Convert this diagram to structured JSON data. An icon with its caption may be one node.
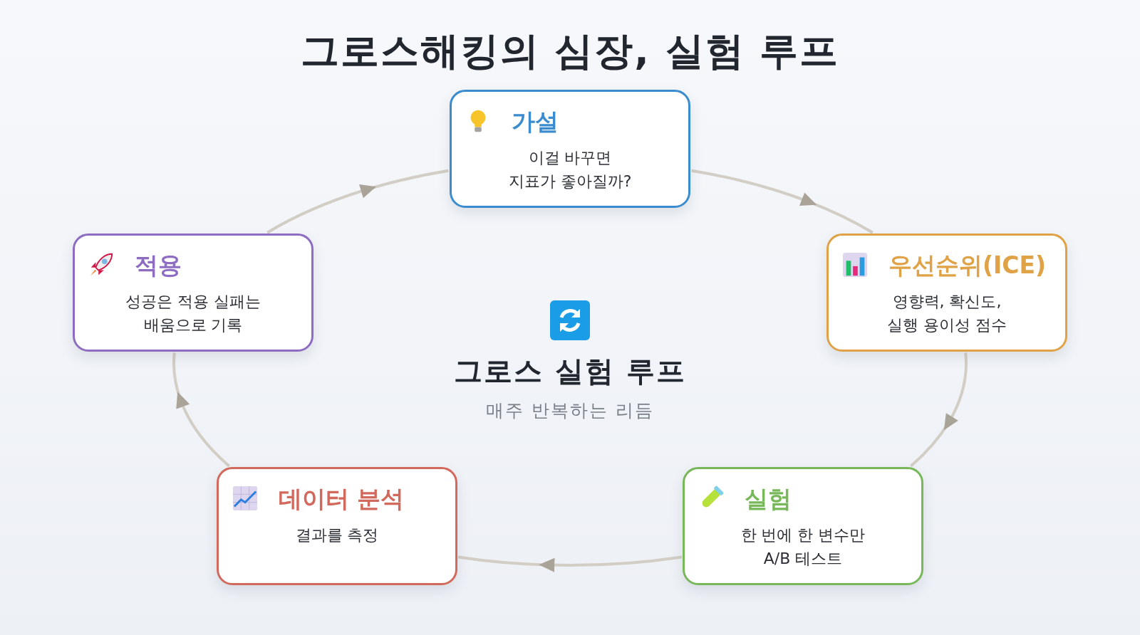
{
  "diagram": {
    "title": "그로스해킹의 심장, 실험 루프",
    "nodes": [
      {
        "text": [
          "가설",
          "이걸 바꾸면 지표가 좋아질까?"
        ]
      },
      {
        "text": [
          "우선순위(ICE)",
          "영향력, 확신도, 실행 용이성 점수"
        ]
      },
      {
        "text": [
          "실험",
          "한 번에 한 변수만 A/B 테스트"
        ]
      },
      {
        "text": [
          "데이터 분석",
          "결과를 측정"
        ]
      },
      {
        "text": [
          "적용",
          "성공은 적용 실패는 배움으로 기록"
        ]
      }
    ],
    "edges": [
      {
        "from": 0,
        "to": 1,
        "arrow": "to"
      },
      {
        "from": 1,
        "to": 2,
        "arrow": "to"
      },
      {
        "from": 2,
        "to": 3,
        "arrow": "to"
      },
      {
        "from": 3,
        "to": 4,
        "arrow": "to"
      },
      {
        "from": 4,
        "to": 0,
        "arrow": "to"
      }
    ],
    "labels": [
      "그로스 실험 루프",
      "매주 반복하는 리듬"
    ]
  }
}
